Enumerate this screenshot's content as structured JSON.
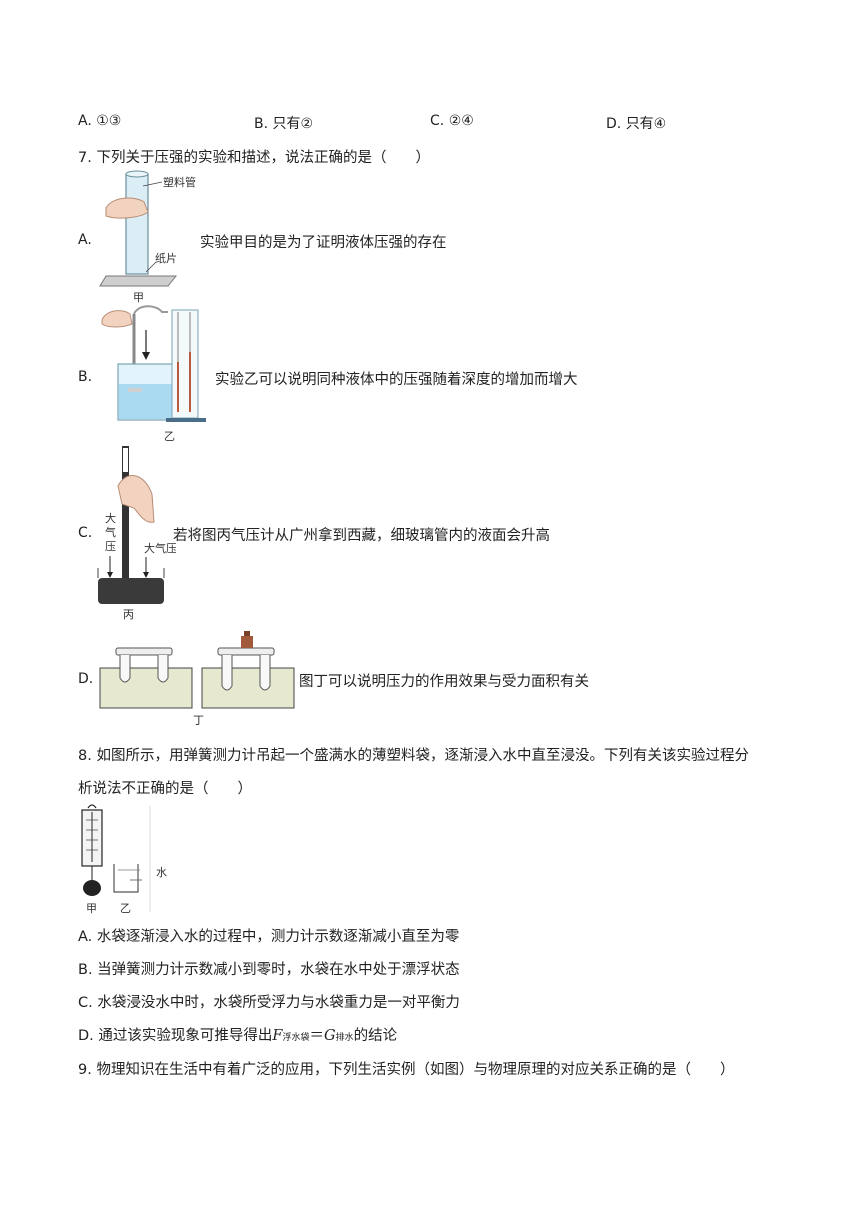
{
  "q6_options": [
    {
      "letter": "A.",
      "text": "①③"
    },
    {
      "letter": "B.",
      "text": "只有②"
    },
    {
      "letter": "C.",
      "text": "②④"
    },
    {
      "letter": "D.",
      "text": "只有④"
    }
  ],
  "q7": {
    "stem": "7. 下列关于压强的实验和描述，说法正确的是（　　）",
    "options": [
      {
        "letter": "A.",
        "text": "实验甲目的是为了证明液体压强的存在",
        "fig_labels": {
          "tube": "塑料管",
          "paper": "纸片",
          "caption": "甲"
        }
      },
      {
        "letter": "B.",
        "text": "实验乙可以说明同种液体中的压强随着深度的增加而增大",
        "fig_labels": {
          "caption": "乙"
        }
      },
      {
        "letter": "C.",
        "text": "若将图丙气压计从广州拿到西藏，细玻璃管内的液面会升高",
        "fig_labels": {
          "atm_left_1": "大",
          "atm_left_2": "气",
          "atm_left_3": "压",
          "atm_right": "大气压",
          "caption": "丙"
        }
      },
      {
        "letter": "D.",
        "text": "图丁可以说明压力的作用效果与受力面积有关",
        "fig_labels": {
          "caption": "丁"
        }
      }
    ]
  },
  "q8": {
    "stem_line1": "8. 如图所示，用弹簧测力计吊起一个盛满水的薄塑料袋，逐渐浸入水中直至浸没。下列有关该实验过程分",
    "stem_line2": "析说法不正确的是（　　）",
    "fig_labels": {
      "water": "水",
      "jia": "甲",
      "yi": "乙"
    },
    "options": [
      {
        "letter": "A.",
        "text": "水袋逐渐浸入水的过程中，测力计示数逐渐减小直至为零"
      },
      {
        "letter": "B.",
        "text": "当弹簧测力计示数减小到零时，水袋在水中处于漂浮状态"
      },
      {
        "letter": "C.",
        "text": "水袋浸没水中时，水袋所受浮力与水袋重力是一对平衡力"
      },
      {
        "letter": "D.",
        "pre": "通过该实验现象可推导得出",
        "F": "F",
        "F_sub": "浮水袋",
        "eq": "＝",
        "G": "G",
        "G_sub": "排水",
        "post": "的结论"
      }
    ]
  },
  "q9": {
    "stem": "9. 物理知识在生活中有着广泛的应用，下列生活实例（如图）与物理原理的对应关系正确的是（　　）"
  }
}
